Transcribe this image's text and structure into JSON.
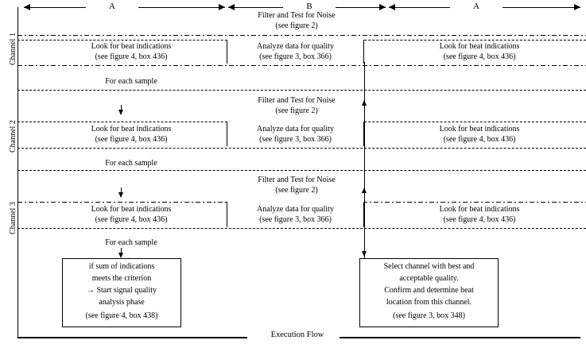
{
  "diagram": {
    "title_spans": [
      {
        "label": "A"
      },
      {
        "label": "B"
      },
      {
        "label": "A"
      }
    ],
    "execution_flow_label": "Execution Flow",
    "channels": [
      {
        "name": "Channel 1",
        "filter_title": "Filter and Test for Noise",
        "filter_ref": "(see figure 2)",
        "left_cell_title": "Look for beat indications",
        "left_cell_ref": "(see figure 4, box 436)",
        "middle_cell_title": "Analyze data for quality",
        "middle_cell_ref": "(see figure 3, box 366)",
        "right_cell_title": "Look for beat indications",
        "right_cell_ref": "(see figure 4, box 436)",
        "loop_label": "For each sample"
      },
      {
        "name": "Channel 2",
        "filter_title": "Filter and Test for Noise",
        "filter_ref": "(see figure 2)",
        "left_cell_title": "Look for beat indications",
        "left_cell_ref": "(see figure 4, box 436)",
        "middle_cell_title": "Analyze data for quality",
        "middle_cell_ref": "(see figure 3, box 366)",
        "right_cell_title": "Look for beat indications",
        "right_cell_ref": "(see figure 4, box 436)",
        "loop_label": "For each sample"
      },
      {
        "name": "Channel 3",
        "filter_title": "Filter and Test for Noise",
        "filter_ref": "(see figure 2)",
        "left_cell_title": "Look for beat indications",
        "left_cell_ref": "(see figure 4, box 436)",
        "middle_cell_title": "Analyze data for quality",
        "middle_cell_ref": "(see figure 3, box 366)",
        "right_cell_title": "Look for beat indications",
        "right_cell_ref": "(see figure 4, box 436)",
        "loop_label": "For each sample"
      }
    ],
    "left_outcome_box": {
      "line1": "if sum of indications",
      "line2": "meets the criterion",
      "line3": "→ Start signal quality",
      "line4": "analysis phase",
      "line5": "(see figure 4, box 438)"
    },
    "right_outcome_box": {
      "line1": "Select channel with best and",
      "line2": "acceptable quality.",
      "line3": "Confirm and determine beat",
      "line4": "location from this channel.",
      "line5": "(see figure 3, box 348)"
    },
    "colors": {
      "ink": "#000000",
      "paper": "#ffffff"
    }
  }
}
